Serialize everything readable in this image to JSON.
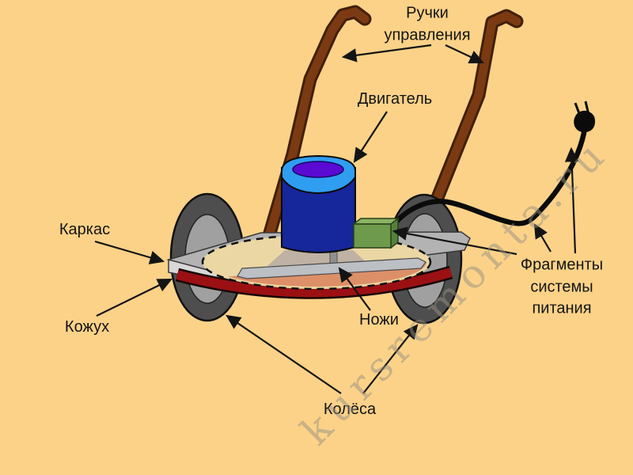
{
  "labels": {
    "handles": "Ручки управления",
    "engine": "Двигатель",
    "frame": "Каркас",
    "casing": "Кожух",
    "blades": "Ножи",
    "wheels": "Колёса",
    "power": "Фрагменты системы питания"
  },
  "watermark": "kursremonta.ru",
  "colors": {
    "background": "#FBD288",
    "handle": "#7C3A12",
    "handle_outline": "#41200A",
    "motor_body": "#16269B",
    "motor_rim": "#2F9EF0",
    "motor_cap": "#5A0AD2",
    "connector": "#6D9A4B",
    "connector_top": "#8CB363",
    "connector_side": "#55803A",
    "deck": "#B3B3B3",
    "deck_edge": "#D8D8D8",
    "housing": "#9B1013",
    "wheel_tire": "#4E4E4E",
    "wheel_hub": "#A0A0A0",
    "cutting_area": "#EAD7A3",
    "cutting_shade": "#DD9068",
    "blade": "#BCBFC4",
    "cable": "#0B0B0B",
    "label_text": "#141414"
  }
}
